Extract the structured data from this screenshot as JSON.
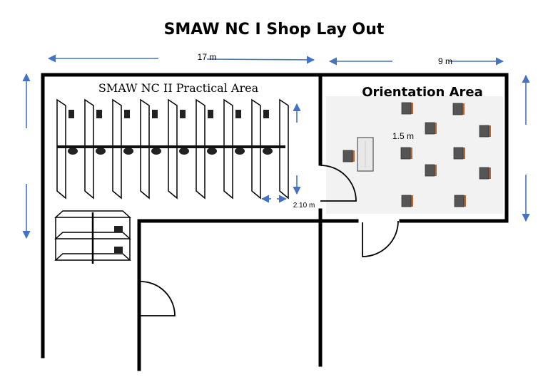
{
  "title": "SMAW NC I Shop Lay Out",
  "dimensions": {
    "left_width": "17 m",
    "right_width": "9 m",
    "booth_gap": "2.10 m",
    "chair_spacing": "1.5 m"
  },
  "areas": {
    "practical": "SMAW NC II Practical Area",
    "orientation": "Orientation Area"
  },
  "colors": {
    "dimension_arrow": "#4472c4",
    "chair_back": "#b06a3b",
    "chair_seat": "#555555",
    "floor_shade": "#f2f2f2"
  }
}
